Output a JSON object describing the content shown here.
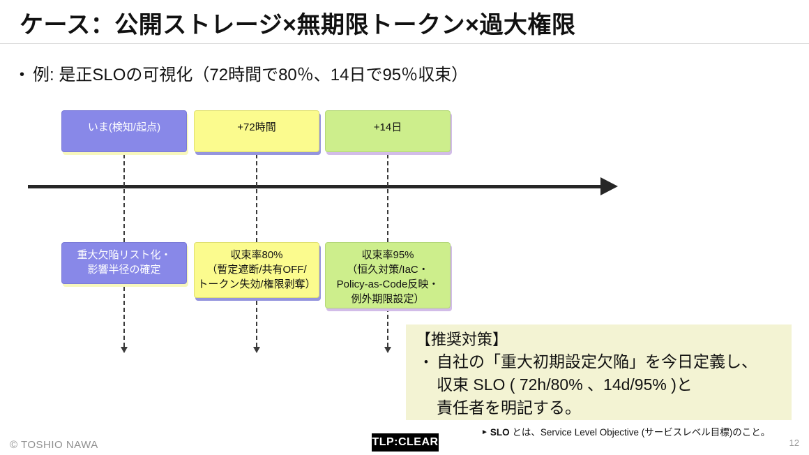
{
  "header": {
    "title": "ケース：公開ストレージ×無期限トークン×過大権限"
  },
  "main": {
    "bullet_glyph": "•",
    "example_line": "例: 是正SLOの可視化（72時間で80％、14日で95％収束）"
  },
  "timeline": {
    "columns": [
      {
        "id": "start",
        "top_label": "いま(検知/起点)",
        "bottom_label": "重大欠陥リスト化・\n影響半径の確定",
        "color": "#8888e8"
      },
      {
        "id": "plus-72h",
        "top_label": "+72時間",
        "bottom_label": "収束率80%\n（暫定遮断/共有OFF/\nトークン失効/権限剥奪）",
        "color": "#fbfb8e"
      },
      {
        "id": "plus-14d",
        "top_label": "+14日",
        "bottom_label": "収束率95%\n（恒久対策/IaC・\nPolicy-as-Code反映・\n例外期限設定）",
        "color": "#cdee8c"
      }
    ]
  },
  "note": {
    "heading": "【推奨対策】",
    "bullet_glyph": "•",
    "body": "自社の「重大初期設定欠陥」を今日定義し、\n収束 SLO ( 72h/80% 、14d/95% )と\n責任者を明記する。",
    "background": "#f3f3d3"
  },
  "footer": {
    "copyright": "© TOSHIO NAWA",
    "tlp_badge": "TLP:CLEAR",
    "footnote_marker": "►",
    "footnote_term": "SLO",
    "footnote_rest": " とは、Service Level Objective (サービスレベル目標)のこと。",
    "page_number": "12"
  }
}
